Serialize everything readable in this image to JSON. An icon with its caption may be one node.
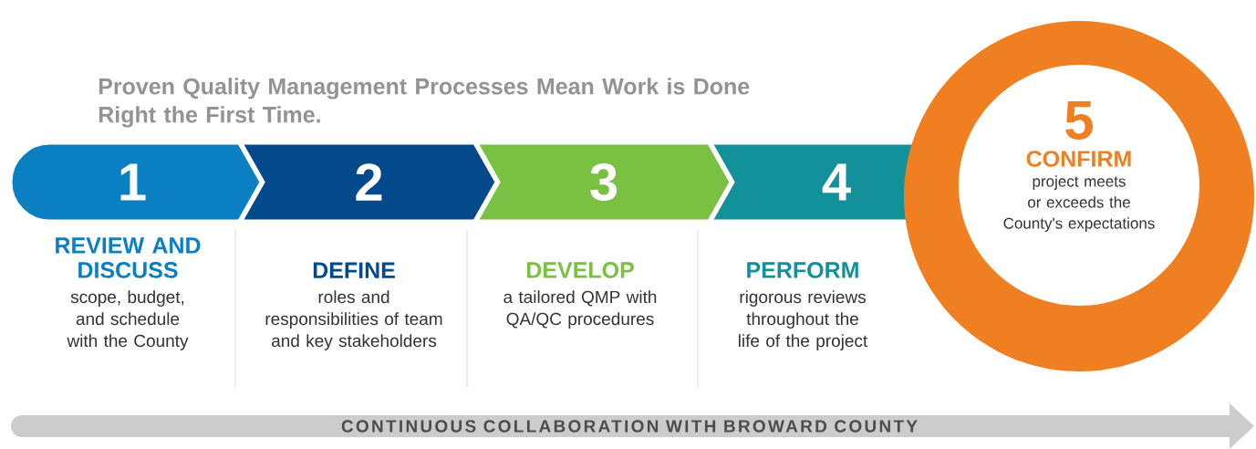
{
  "diagram": {
    "title": "Proven Quality Management Processes Mean Work is Done Right the First Time.",
    "nodes": [
      {
        "text": [
          "1",
          "REVIEW AND DISCUSS",
          "scope, budget, and schedule with the County"
        ]
      },
      {
        "text": [
          "2",
          "DEFINE",
          "roles and responsibilities of team and key stakeholders"
        ]
      },
      {
        "text": [
          "3",
          "DEVELOP",
          "a tailored QMP with QA/QC procedures"
        ]
      },
      {
        "text": [
          "4",
          "PERFORM",
          "rigorous reviews throughout the life of the project"
        ]
      },
      {
        "text": [
          "5",
          "CONFIRM",
          "project meets or exceeds the County's expectations"
        ]
      }
    ],
    "labels": [
      "CONTINUOUS COLLABORATION WITH BROWARD COUNTY"
    ]
  }
}
